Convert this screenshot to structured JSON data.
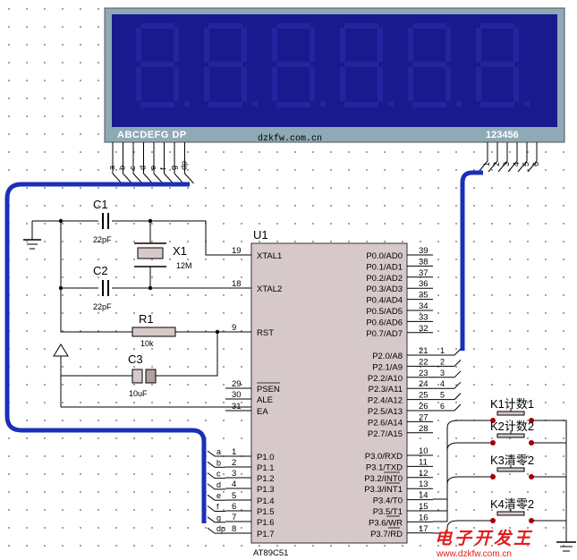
{
  "lcd": {
    "segment_labels": "ABCDEFG DP",
    "digit_labels": "123456",
    "watermark": "dzkfw.com.cn",
    "segment_pins": [
      "a",
      "b",
      "c",
      "d",
      "e",
      "f",
      "g",
      "dp"
    ],
    "digit_pins": [
      "1",
      "2",
      "3",
      "4",
      "5",
      "6"
    ]
  },
  "mcu": {
    "ref": "U1",
    "part": "AT89C51",
    "left_pins": [
      {
        "num": "19",
        "name": "XTAL1"
      },
      {
        "num": "18",
        "name": "XTAL2"
      },
      {
        "num": "9",
        "name": "RST"
      },
      {
        "num": "29",
        "name": "PSEN"
      },
      {
        "num": "30",
        "name": "ALE"
      },
      {
        "num": "31",
        "name": "EA"
      },
      {
        "num": "1",
        "name": "P1.0"
      },
      {
        "num": "2",
        "name": "P1.1"
      },
      {
        "num": "3",
        "name": "P1.2"
      },
      {
        "num": "4",
        "name": "P1.3"
      },
      {
        "num": "5",
        "name": "P1.4"
      },
      {
        "num": "6",
        "name": "P1.5"
      },
      {
        "num": "7",
        "name": "P1.6"
      },
      {
        "num": "8",
        "name": "P1.7"
      }
    ],
    "right_pins": [
      {
        "num": "39",
        "name": "P0.0/AD0"
      },
      {
        "num": "38",
        "name": "P0.1/AD1"
      },
      {
        "num": "37",
        "name": "P0.2/AD2"
      },
      {
        "num": "36",
        "name": "P0.3/AD3"
      },
      {
        "num": "35",
        "name": "P0.4/AD4"
      },
      {
        "num": "34",
        "name": "P0.5/AD5"
      },
      {
        "num": "33",
        "name": "P0.6/AD6"
      },
      {
        "num": "32",
        "name": "P0.7/AD7"
      },
      {
        "num": "21",
        "name": "P2.0/A8"
      },
      {
        "num": "22",
        "name": "P2.1/A9"
      },
      {
        "num": "23",
        "name": "P2.2/A10"
      },
      {
        "num": "24",
        "name": "P2.3/A11"
      },
      {
        "num": "25",
        "name": "P2.4/A12"
      },
      {
        "num": "26",
        "name": "P2.5/A13"
      },
      {
        "num": "27",
        "name": "P2.6/A14"
      },
      {
        "num": "28",
        "name": "P2.7/A15"
      },
      {
        "num": "10",
        "name": "P3.0/RXD"
      },
      {
        "num": "11",
        "name": "P3.1/TXD"
      },
      {
        "num": "12",
        "name": "P3.2/INT0"
      },
      {
        "num": "13",
        "name": "P3.3/INT1"
      },
      {
        "num": "14",
        "name": "P3.4/T0"
      },
      {
        "num": "15",
        "name": "P3.5/T1"
      },
      {
        "num": "16",
        "name": "P3.6/WR"
      },
      {
        "num": "17",
        "name": "P3.7/RD"
      }
    ],
    "p1_bus_labels": [
      "a",
      "b",
      "c",
      "d",
      "e",
      "f",
      "g",
      "dp"
    ],
    "p2_bus_labels": [
      "1",
      "2",
      "3",
      "4",
      "5",
      "6"
    ]
  },
  "components": {
    "c1": {
      "ref": "C1",
      "value": "22pF"
    },
    "c2": {
      "ref": "C2",
      "value": "22pF"
    },
    "x1": {
      "ref": "X1",
      "value": "12M"
    },
    "r1": {
      "ref": "R1",
      "value": "10k"
    },
    "c3": {
      "ref": "C3",
      "value": "10uF"
    }
  },
  "keys": [
    {
      "label": "K1计数1"
    },
    {
      "label": "K2计数2"
    },
    {
      "label": "K3清零2"
    },
    {
      "label": "K4清零2"
    }
  ],
  "footer": {
    "logo_text": "电子开发王",
    "url": "www.dzkfw.com.cn"
  },
  "colors": {
    "lcd_bg": "#1a1a8e",
    "lcd_frame": "#8fa9b6",
    "bus": "#1a2fb8",
    "chip": "#d7c9c9",
    "wire": "#000000",
    "pin_red": "#a40000",
    "logo": "#e21b1b"
  }
}
